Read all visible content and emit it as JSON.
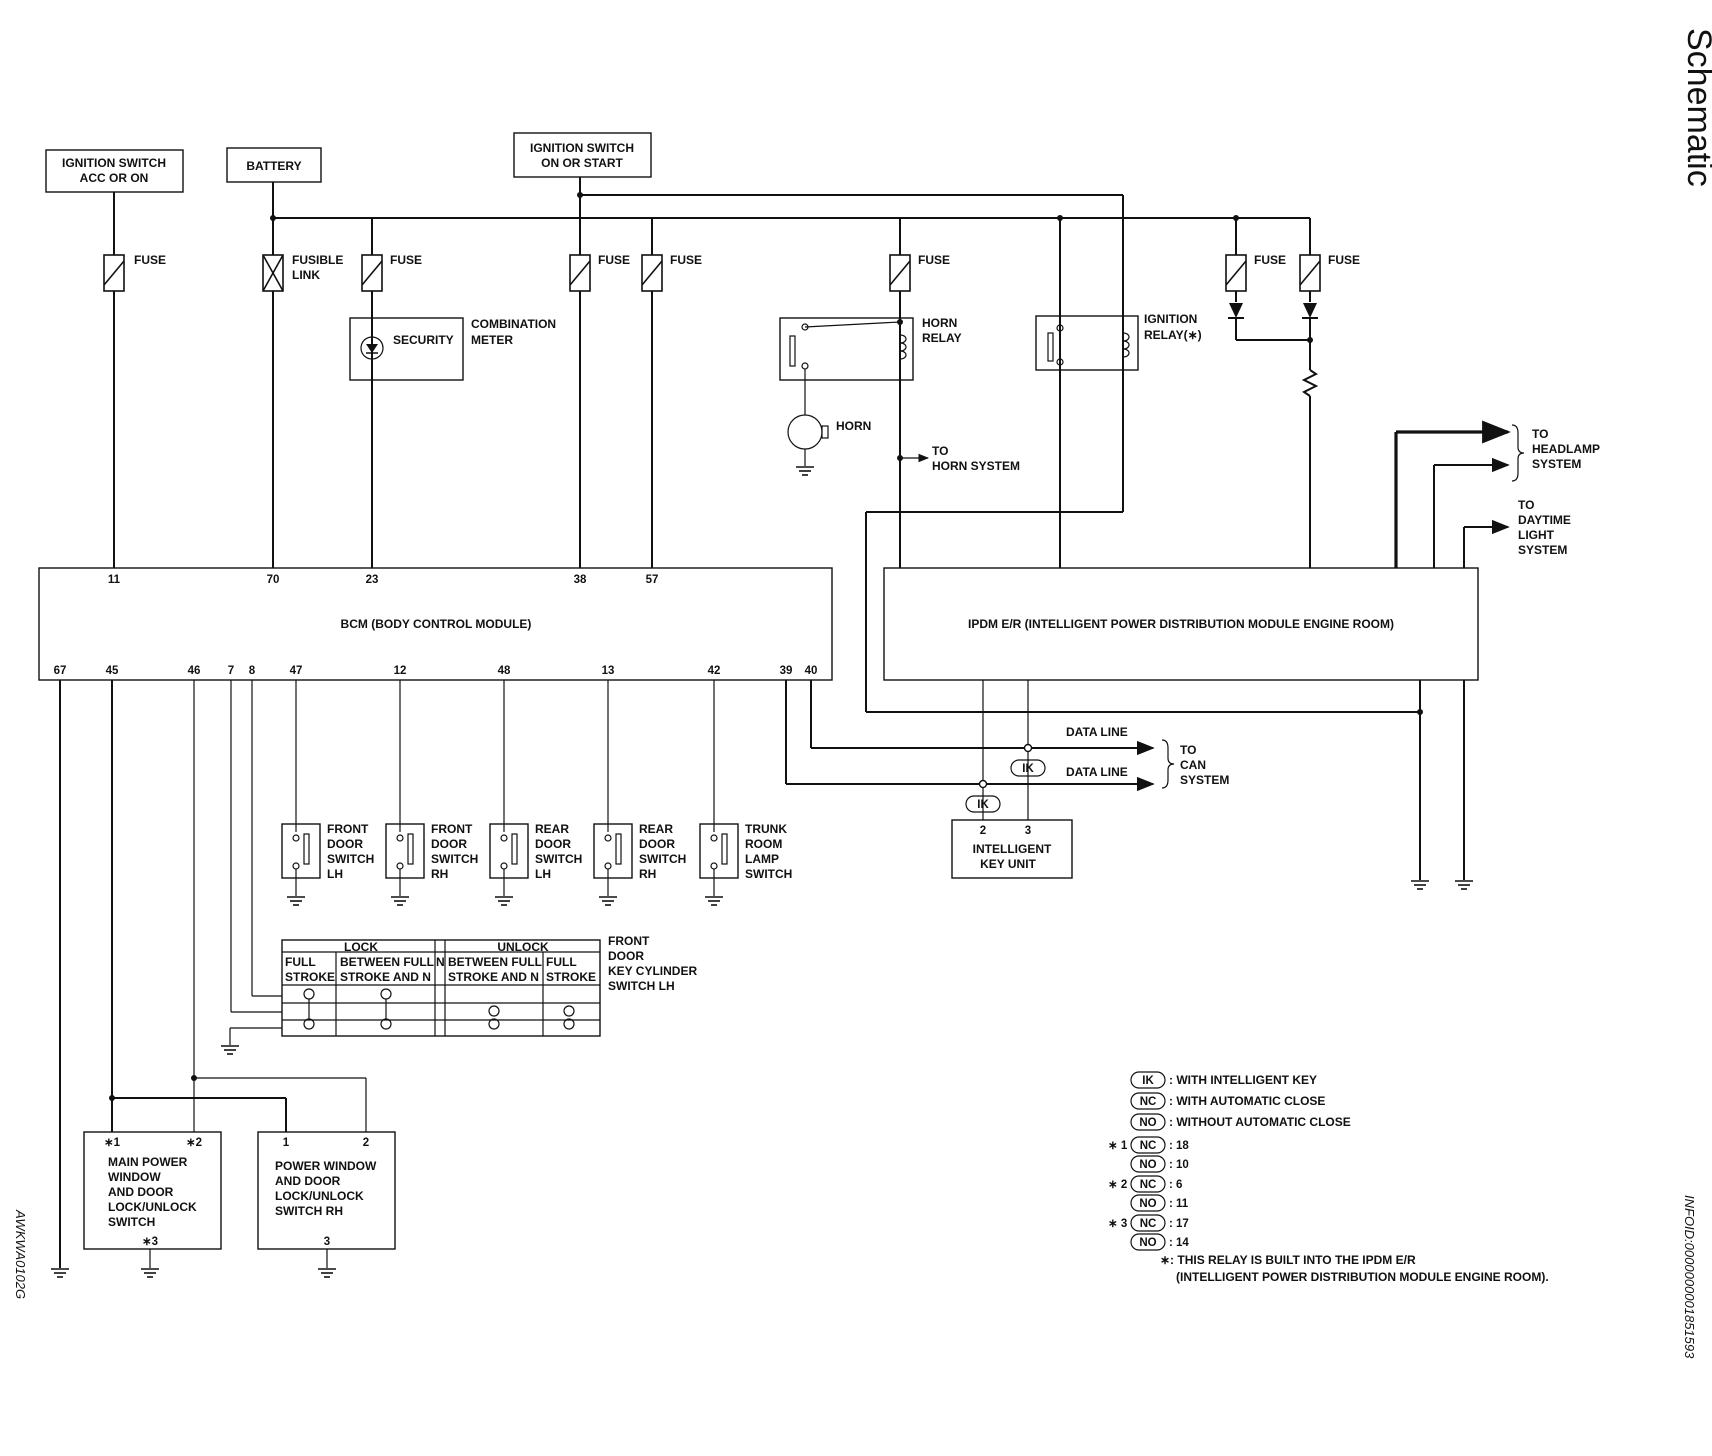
{
  "title": "Schematic",
  "side_code": "AWKWA0102G",
  "info_id": "INFOID:0000000001851593",
  "sources": {
    "ign_acc": [
      "IGNITION SWITCH",
      "ACC OR ON"
    ],
    "battery": "BATTERY",
    "ign_on": [
      "IGNITION SWITCH",
      "ON OR START"
    ]
  },
  "fuse": "FUSE",
  "fusible_link": [
    "FUSIBLE",
    "LINK"
  ],
  "security": "SECURITY",
  "combination_meter": [
    "COMBINATION",
    "METER"
  ],
  "horn_relay": [
    "HORN",
    "RELAY"
  ],
  "horn": "HORN",
  "to_horn": [
    "TO",
    "HORN SYSTEM"
  ],
  "ignition_relay": [
    "IGNITION",
    "RELAY(∗)"
  ],
  "to_headlamp": [
    "TO",
    "HEADLAMP",
    "SYSTEM"
  ],
  "to_daytime": [
    "TO",
    "DAYTIME",
    "LIGHT",
    "SYSTEM"
  ],
  "bcm": {
    "name": "BCM (BODY CONTROL MODULE)",
    "top_pins": [
      "11",
      "70",
      "23",
      "38",
      "57"
    ],
    "bottom_pins": [
      "67",
      "45",
      "46",
      "7",
      "8",
      "47",
      "12",
      "48",
      "13",
      "42",
      "39",
      "40"
    ]
  },
  "ipdm": {
    "name": "IPDM E/R (INTELLIGENT POWER DISTRIBUTION MODULE ENGINE ROOM)"
  },
  "data_line": "DATA LINE",
  "to_can": [
    "TO",
    "CAN",
    "SYSTEM"
  ],
  "ik_tag": "IK",
  "intelligent_key": {
    "name": [
      "INTELLIGENT",
      "KEY  UNIT"
    ],
    "pins": [
      "2",
      "3"
    ]
  },
  "door_switches": [
    [
      "FRONT",
      "DOOR",
      "SWITCH",
      "LH"
    ],
    [
      "FRONT",
      "DOOR",
      "SWITCH",
      "RH"
    ],
    [
      "REAR",
      "DOOR",
      "SWITCH",
      "LH"
    ],
    [
      "REAR",
      "DOOR",
      "SWITCH",
      "RH"
    ],
    [
      "TRUNK",
      "ROOM",
      "LAMP",
      "SWITCH"
    ]
  ],
  "key_cylinder": {
    "lock": "LOCK",
    "unlock": "UNLOCK",
    "cols": [
      [
        "FULL",
        "STROKE"
      ],
      [
        "BETWEEN FULL",
        "STROKE AND N"
      ],
      [
        "N"
      ],
      [
        "BETWEEN FULL",
        "STROKE AND N"
      ],
      [
        "FULL",
        "STROKE"
      ]
    ],
    "name": [
      "FRONT",
      "DOOR",
      "KEY CYLINDER",
      "SWITCH LH"
    ]
  },
  "main_switch": {
    "name": [
      "MAIN POWER",
      "WINDOW",
      "AND DOOR",
      "LOCK/UNLOCK",
      "SWITCH"
    ],
    "pins": [
      "∗1",
      "∗2",
      "∗3"
    ]
  },
  "rh_switch": {
    "name": [
      "POWER WINDOW",
      "AND DOOR",
      "LOCK/UNLOCK",
      "SWITCH RH"
    ],
    "pins": [
      "1",
      "2",
      "3"
    ]
  },
  "legend": [
    {
      "tag": "IK",
      "text": ": WITH INTELLIGENT KEY"
    },
    {
      "tag": "NC",
      "text": ": WITH AUTOMATIC CLOSE"
    },
    {
      "tag": "NO",
      "text": ": WITHOUT AUTOMATIC CLOSE"
    }
  ],
  "notes": [
    {
      "star": "∗ 1",
      "rows": [
        {
          "tag": "NC",
          "val": ": 18"
        },
        {
          "tag": "NO",
          "val": ": 10"
        }
      ]
    },
    {
      "star": "∗ 2",
      "rows": [
        {
          "tag": "NC",
          "val": ": 6"
        },
        {
          "tag": "NO",
          "val": ": 11"
        }
      ]
    },
    {
      "star": "∗ 3",
      "rows": [
        {
          "tag": "NC",
          "val": ": 17"
        },
        {
          "tag": "NO",
          "val": ": 14"
        }
      ]
    }
  ],
  "relay_note": [
    "∗: THIS RELAY IS BUILT INTO THE IPDM E/R",
    "(INTELLIGENT POWER DISTRIBUTION MODULE ENGINE ROOM)."
  ]
}
